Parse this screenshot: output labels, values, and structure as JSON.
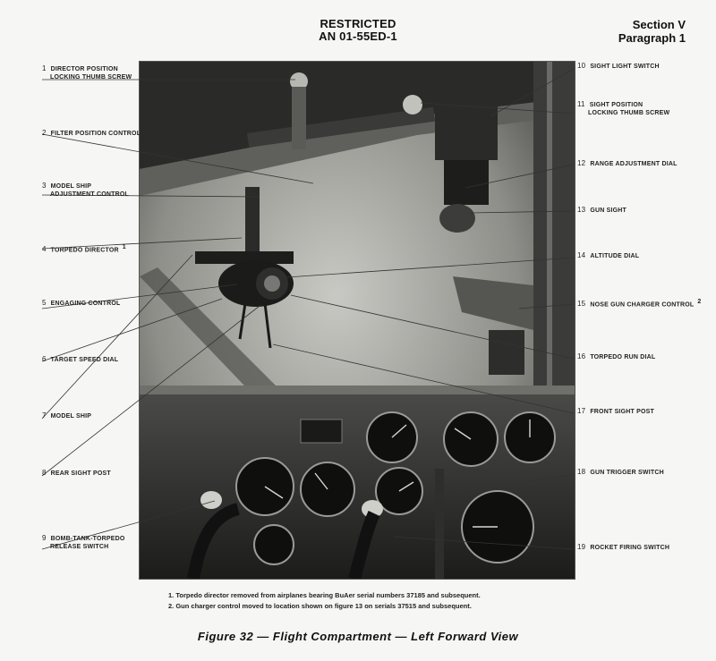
{
  "header": {
    "classification": "RESTRICTED",
    "doc_number": "AN 01-55ED-1",
    "section": "Section V",
    "paragraph": "Paragraph 1"
  },
  "callouts_left": [
    {
      "num": "1",
      "lines": [
        "DIRECTOR POSITION",
        "LOCKING THUMB SCREW"
      ]
    },
    {
      "num": "2",
      "lines": [
        "FILTER POSITION CONTROL"
      ]
    },
    {
      "num": "3",
      "lines": [
        "MODEL SHIP",
        "ADJUSTMENT CONTROL"
      ]
    },
    {
      "num": "4",
      "lines": [
        "TORPEDO DIRECTOR"
      ],
      "sup": "1"
    },
    {
      "num": "5",
      "lines": [
        "ENGAGING CONTROL"
      ]
    },
    {
      "num": "6",
      "lines": [
        "TARGET SPEED DIAL"
      ]
    },
    {
      "num": "7",
      "lines": [
        "MODEL SHIP"
      ]
    },
    {
      "num": "8",
      "lines": [
        "REAR SIGHT POST"
      ]
    },
    {
      "num": "9",
      "lines": [
        "BOMB-TANK-TORPEDO",
        "RELEASE SWITCH"
      ]
    }
  ],
  "callouts_right": [
    {
      "num": "10",
      "lines": [
        "SIGHT LIGHT SWITCH"
      ]
    },
    {
      "num": "11",
      "lines": [
        "SIGHT POSITION",
        "LOCKING THUMB SCREW"
      ]
    },
    {
      "num": "12",
      "lines": [
        "RANGE ADJUSTMENT DIAL"
      ]
    },
    {
      "num": "13",
      "lines": [
        "GUN SIGHT"
      ]
    },
    {
      "num": "14",
      "lines": [
        "ALTITUDE DIAL"
      ]
    },
    {
      "num": "15",
      "lines": [
        "NOSE GUN CHARGER CONTROL"
      ],
      "sup": "2"
    },
    {
      "num": "16",
      "lines": [
        "TORPEDO RUN DIAL"
      ]
    },
    {
      "num": "17",
      "lines": [
        "FRONT SIGHT POST"
      ]
    },
    {
      "num": "18",
      "lines": [
        "GUN TRIGGER SWITCH"
      ]
    },
    {
      "num": "19",
      "lines": [
        "ROCKET FIRING SWITCH"
      ]
    }
  ],
  "footnotes": [
    "1.  Torpedo director removed from airplanes bearing BuAer serial numbers 37185 and subsequent.",
    "2.  Gun charger control moved to location shown on figure 13 on serials 37515 and subsequent."
  ],
  "caption": "Figure 32 — Flight Compartment — Left Forward View"
}
